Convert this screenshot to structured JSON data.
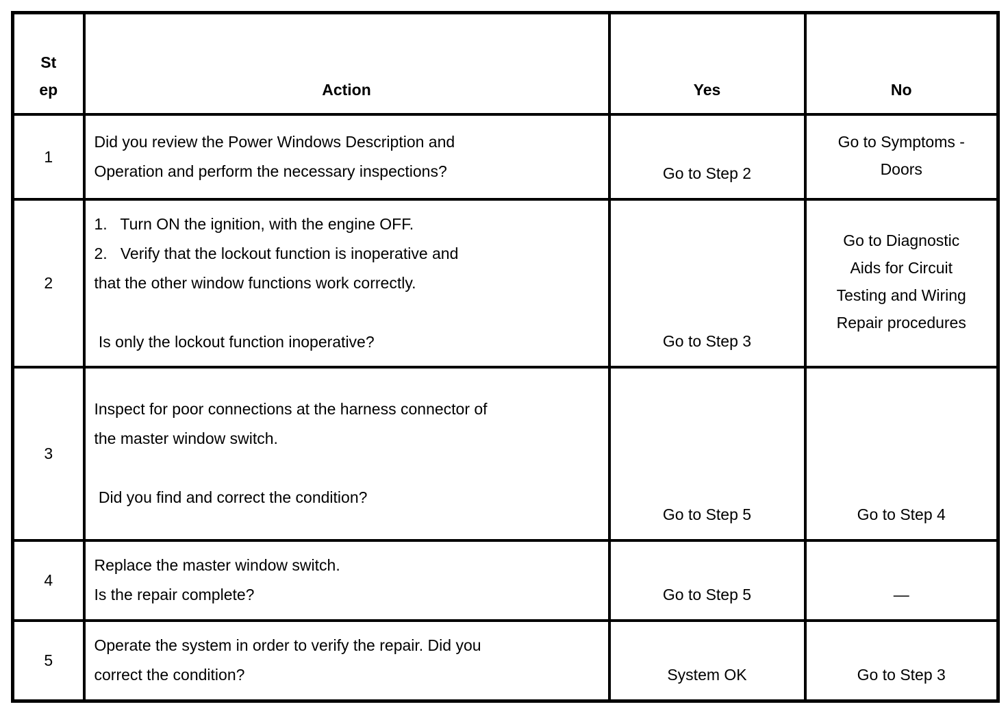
{
  "table": {
    "headers": {
      "step": "St\nep",
      "action": "Action",
      "yes": "Yes",
      "no": "No"
    },
    "rows": [
      {
        "step": "1",
        "action": "Did you review the Power Windows Description and\nOperation and perform the necessary inspections?",
        "yes": "Go to Step 2",
        "no": "Go to Symptoms -\nDoors"
      },
      {
        "step": "2",
        "action": "1.   Turn ON the ignition, with the engine OFF.\n2.   Verify that the lockout function is inoperative and\nthat the other window functions work correctly.\n\n Is only the lockout function inoperative?",
        "yes": "Go to Step 3",
        "no": "Go to Diagnostic\nAids for Circuit\nTesting and Wiring\nRepair procedures"
      },
      {
        "step": "3",
        "action": "Inspect for poor connections at the harness connector of\nthe master window switch.\n\n Did you find and correct the condition?\n",
        "yes": "Go to Step 5",
        "no": "Go to Step 4"
      },
      {
        "step": "4",
        "action": "Replace the master window switch.\nIs the repair complete?",
        "yes": "Go to Step 5",
        "no": "—"
      },
      {
        "step": "5",
        "action": "Operate the system in order to verify the repair. Did you\ncorrect the condition?",
        "yes": "System OK",
        "no": "Go to Step 3"
      }
    ]
  }
}
